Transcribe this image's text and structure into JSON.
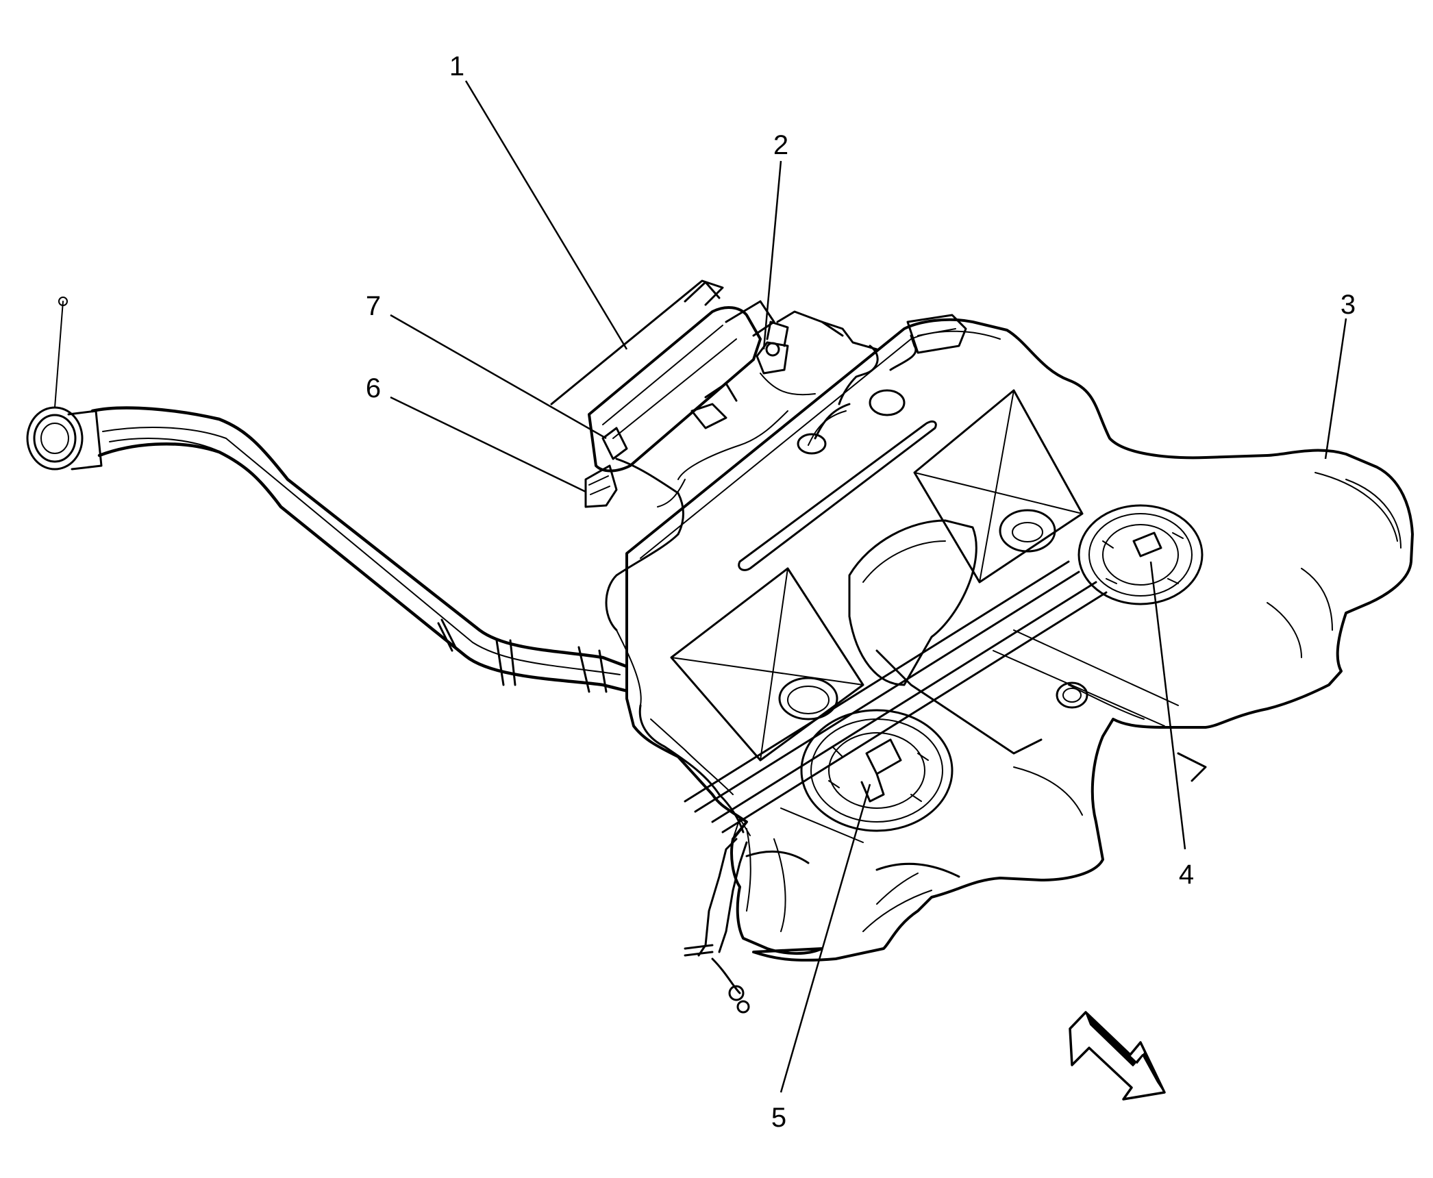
{
  "callouts": [
    {
      "id": "1",
      "label": "1"
    },
    {
      "id": "2",
      "label": "2"
    },
    {
      "id": "3",
      "label": "3"
    },
    {
      "id": "4",
      "label": "4"
    },
    {
      "id": "5",
      "label": "5"
    },
    {
      "id": "6",
      "label": "6"
    },
    {
      "id": "7",
      "label": "7"
    }
  ],
  "icons": {
    "direction_arrow": "front-direction-arrow-icon"
  },
  "colors": {
    "ink": "#000000",
    "background": "#ffffff"
  }
}
